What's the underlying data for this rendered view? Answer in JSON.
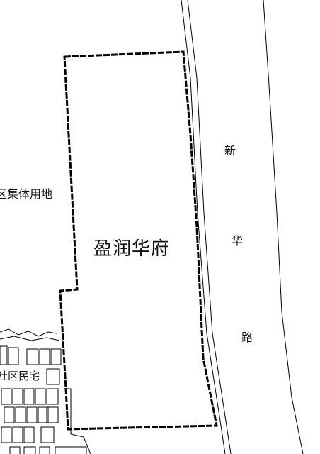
{
  "labels": {
    "plot_name": "盈润华府",
    "collective_land": "区集体用地",
    "residential": "社区民宅",
    "road_chars": [
      "新",
      "华",
      "路"
    ]
  },
  "colors": {
    "line": "#000000",
    "background": "#ffffff",
    "text": "#111111"
  }
}
